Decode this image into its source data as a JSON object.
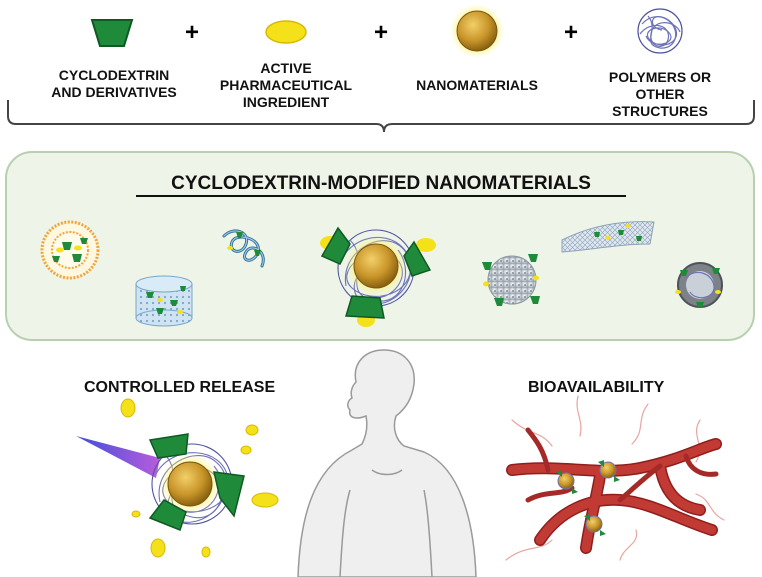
{
  "components": [
    {
      "label_lines": [
        "CYCLODEXTRIN",
        "AND DERIVATIVES"
      ]
    },
    {
      "label_lines": [
        "ACTIVE",
        "PHARMACEUTICAL",
        "INGREDIENT"
      ]
    },
    {
      "label_lines": [
        "NANOMATERIALS"
      ]
    },
    {
      "label_lines": [
        "POLYMERS OR",
        "OTHER",
        "STRUCTURES"
      ]
    }
  ],
  "operators": [
    "+",
    "+",
    "+"
  ],
  "main_title": "CYCLODEXTRIN-MODIFIED NANOMATERIALS",
  "sections": {
    "left_title": "CONTROLLED RELEASE",
    "right_title": "BIOAVAILABILITY"
  },
  "colors": {
    "cyclodextrin_green": "#1f8a3a",
    "api_yellow": "#f5e11a",
    "nanoparticle_gold": "#c9962a",
    "polymer_blue": "#6f73b8",
    "panel_fill": "#eef4e8",
    "panel_border": "#b9d0b0",
    "vessel_red": "#b5302c"
  }
}
